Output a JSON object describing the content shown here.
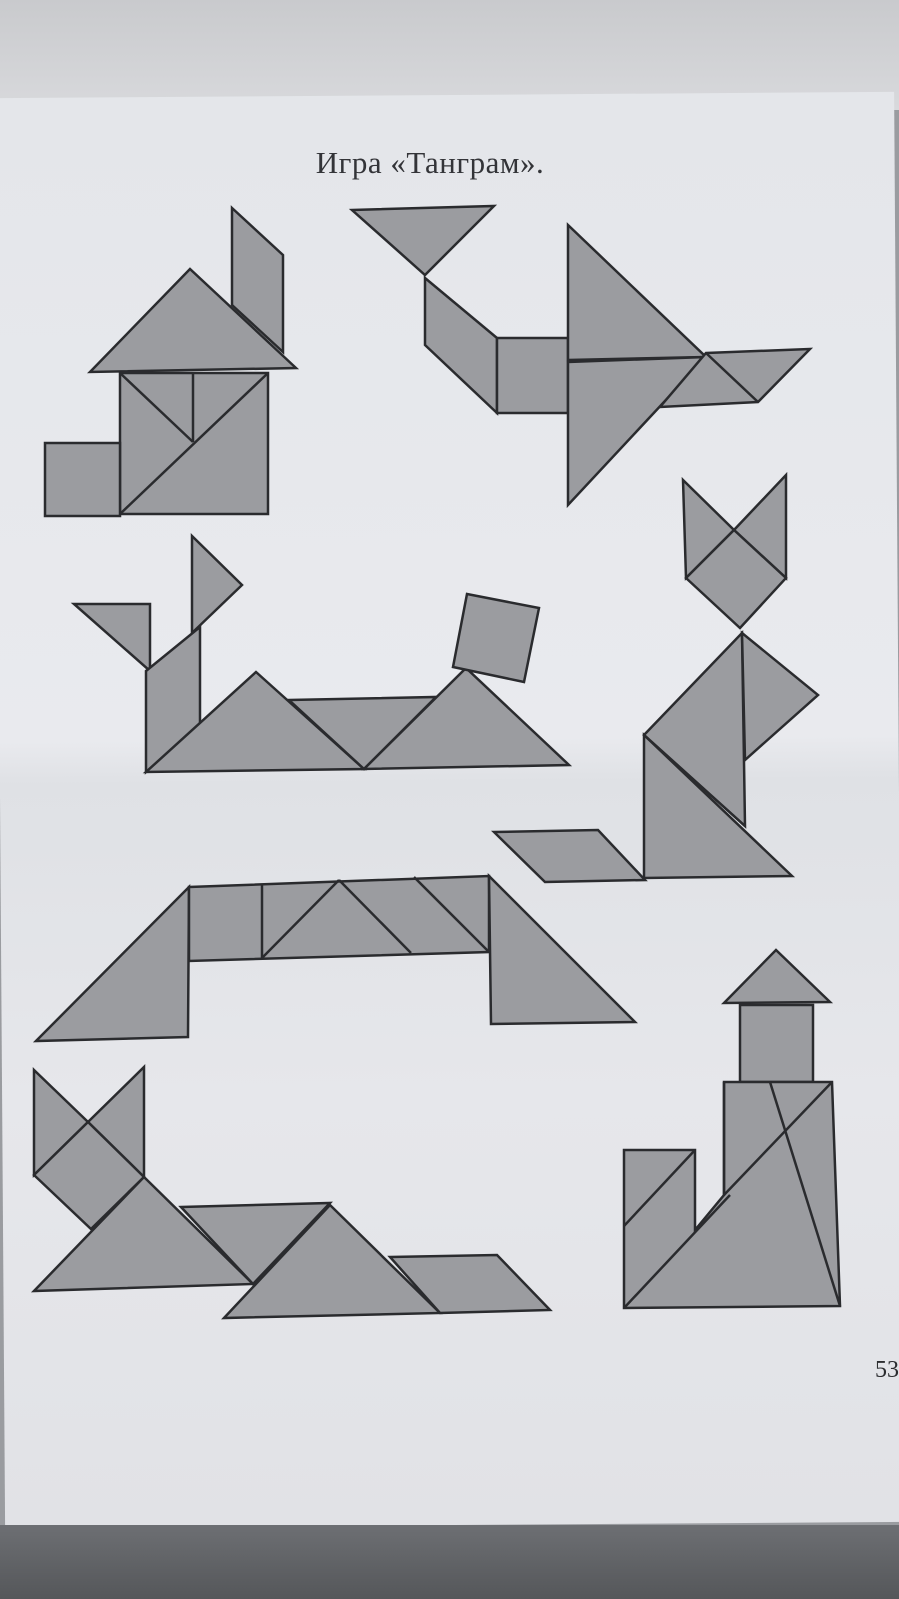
{
  "document": {
    "title": "Игра «Танграм».",
    "page_number": "53"
  },
  "colors": {
    "piece_fill": "#9b9ca0",
    "piece_outline": "#2a2b2e",
    "paper": "#e6e7eb"
  },
  "figures": [
    {
      "name": "house"
    },
    {
      "name": "fish"
    },
    {
      "name": "cat-sitting"
    },
    {
      "name": "camel"
    },
    {
      "name": "bridge"
    },
    {
      "name": "cat-lying"
    },
    {
      "name": "tower"
    }
  ]
}
